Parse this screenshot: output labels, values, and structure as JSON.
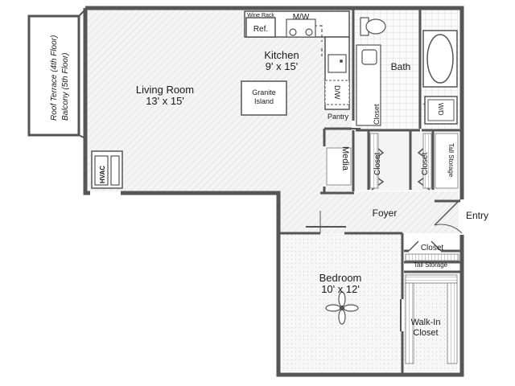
{
  "rooms": {
    "living_room": {
      "name": "Living Room",
      "size": "13' x 15'"
    },
    "kitchen": {
      "name": "Kitchen",
      "size": "9' x 15'"
    },
    "bedroom": {
      "name": "Bedroom",
      "size": "10' x 12'"
    },
    "bath": {
      "name": "Bath"
    },
    "foyer": {
      "name": "Foyer"
    },
    "entry": {
      "name": "Entry"
    },
    "media": {
      "name": "Media"
    },
    "pantry": {
      "name": "Pantry"
    },
    "walk_in_closet": {
      "line1": "Walk-In",
      "line2": "Closet"
    },
    "closet_bath": {
      "name": "Closet"
    },
    "closet_left": {
      "name": "Closet"
    },
    "closet_right": {
      "name": "Closet"
    },
    "closet_foyer": {
      "name": "Closet"
    },
    "tall_storage_vertical": {
      "name": "Tall Storage"
    },
    "tall_storage_horizontal": {
      "name": "Tall Storage"
    },
    "balcony": {
      "line1": "Roof Terrace (4th Floor)",
      "line2": "Balcony (5th Floor)"
    }
  },
  "fixtures": {
    "wine_rack": "Wine Rack",
    "refrigerator": "Ref.",
    "microwave": "M/W",
    "dishwasher": "D/W",
    "granite_island_line1": "Granite",
    "granite_island_line2": "Island",
    "hvac": "HVAC",
    "washer_dryer": "W/D"
  }
}
